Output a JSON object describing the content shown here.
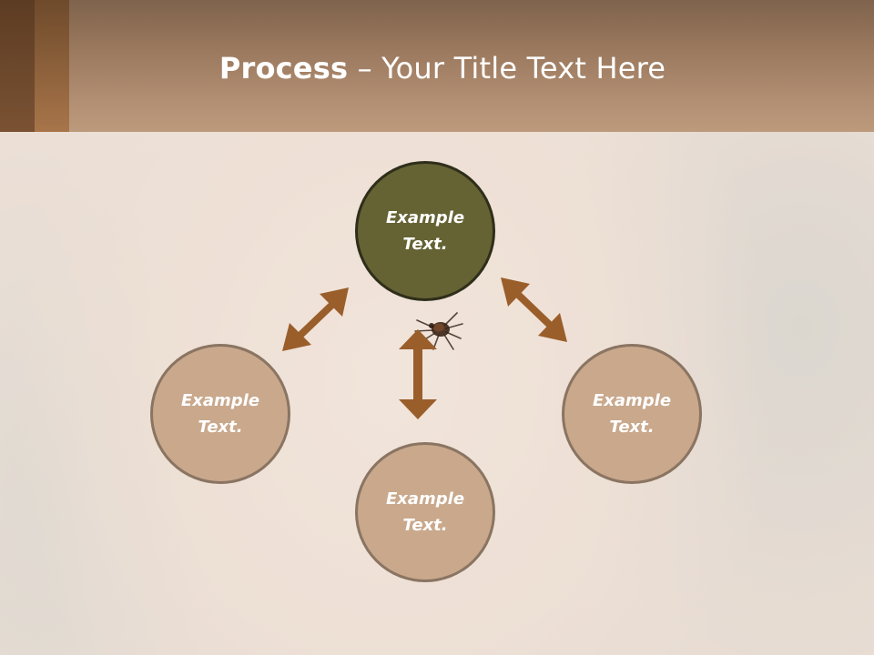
{
  "slide": {
    "title_bold": "Process",
    "title_rest": " – Your Title Text Here"
  },
  "nodes": {
    "top": {
      "label": "Example\nText."
    },
    "left": {
      "label": "Example\nText."
    },
    "right": {
      "label": "Example\nText."
    },
    "bottom": {
      "label": "Example\nText."
    }
  },
  "colors": {
    "primary_node": "#656234",
    "secondary_node": "#c9a88c",
    "arrow": "#9a5e2b",
    "header": "#b18e72"
  },
  "icons": {
    "arrows": "double-headed-arrow",
    "background_detail": "tick-insect"
  }
}
